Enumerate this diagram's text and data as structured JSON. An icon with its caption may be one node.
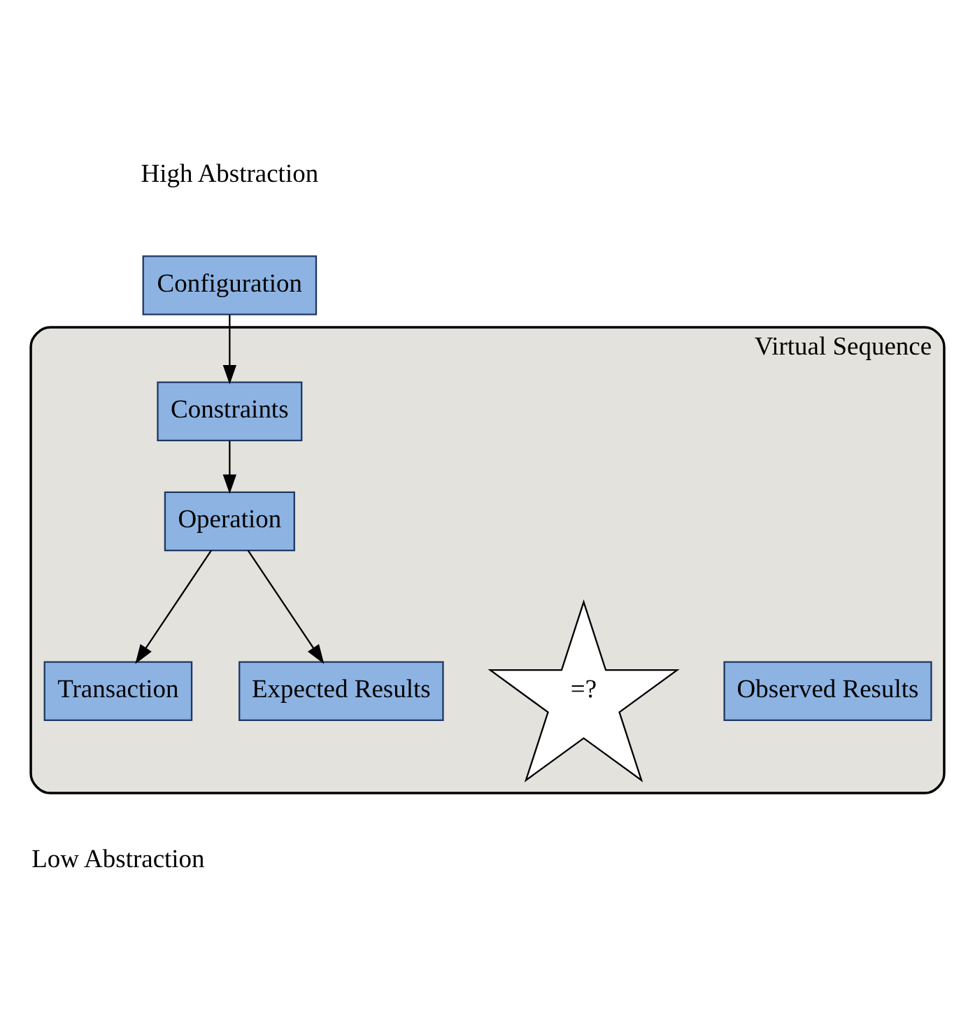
{
  "diagram": {
    "nodes": [
      {
        "text": [
          "High Abstraction"
        ]
      },
      {
        "text": [
          "Virtual Sequence"
        ]
      },
      {
        "text": [
          "Configuration"
        ]
      },
      {
        "text": [
          "Constraints"
        ],
        "in": 1
      },
      {
        "text": [
          "Operation"
        ],
        "in": 1
      },
      {
        "text": [
          "Transaction"
        ],
        "in": 1
      },
      {
        "text": [
          "Expected Results"
        ],
        "in": 1
      },
      {
        "text": [
          "=?"
        ],
        "in": 1
      },
      {
        "text": [
          "Observed Results"
        ],
        "in": 1
      },
      {
        "text": [
          "Low Abstraction"
        ]
      }
    ],
    "edges": [
      {
        "from": 2,
        "to": 3,
        "arrow": "to"
      },
      {
        "from": 3,
        "to": 4,
        "arrow": "to"
      },
      {
        "from": 4,
        "to": 5,
        "arrow": "to"
      },
      {
        "from": 4,
        "to": 6,
        "arrow": "to"
      }
    ]
  }
}
